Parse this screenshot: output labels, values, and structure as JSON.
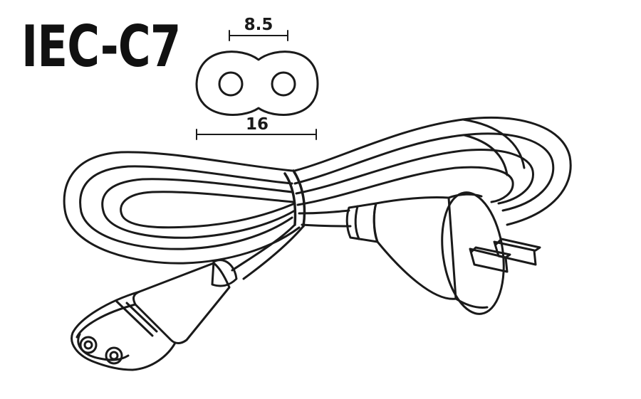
{
  "title": "IEC-C7",
  "outline": {
    "top_dimension": "8.5",
    "bottom_dimension": "16"
  },
  "colors": {
    "ink": "#1a1a1a",
    "background": "#ffffff"
  }
}
